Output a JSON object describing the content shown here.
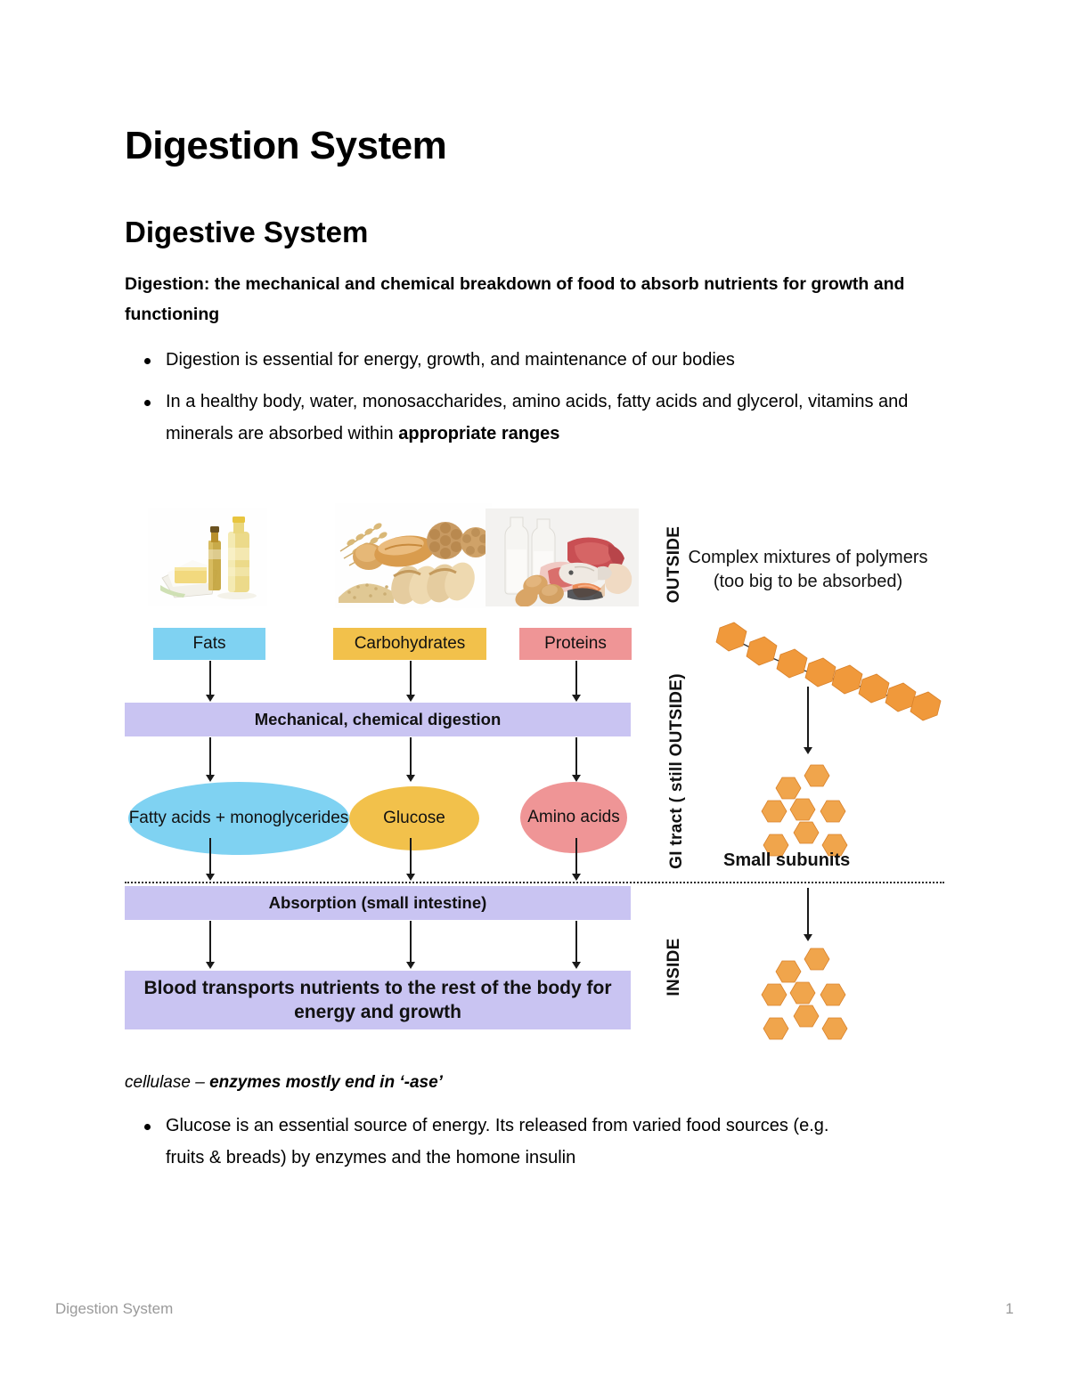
{
  "document": {
    "title": "Digestion System",
    "section_heading": "Digestive System",
    "lead_paragraph": "Digestion: the mechanical and chemical breakdown of food to absorb nutrients for growth and functioning",
    "bullets": [
      {
        "text_plain": "Digestion is essential for energy, growth, and maintenance of our bodies",
        "text_before_bold": "Digestion is essential for energy, growth, and maintenance of our bodies",
        "bold_tail": ""
      },
      {
        "text_plain": "In a healthy body, water, monosaccharides, amino acids, fatty acids and glycerol, vitamins and minerals are absorbed within appropriate ranges",
        "text_before_bold": "In a healthy body, water, monosaccharides, amino acids, fatty acids and glycerol, vitamins and minerals are absorbed within ",
        "bold_tail": "appropriate ranges"
      }
    ],
    "enzyme_note": {
      "italic_part": "cellulase – ",
      "italic_bold_part": "enzymes mostly end in ‘-ase’"
    },
    "bullets_after": [
      {
        "line1": "Glucose is an essential source of energy. Its released from varied food sources (e.g.",
        "line2": "fruits & breads) by enzymes and the homone insulin"
      }
    ],
    "footer": {
      "left": "Digestion System",
      "page_number": "1"
    }
  },
  "diagram": {
    "photos": [
      {
        "name": "fats-photo",
        "alt": "butter and cooking oil bottles"
      },
      {
        "name": "carbohydrates-photo",
        "alt": "breads, rolls and grains"
      },
      {
        "name": "proteins-photo",
        "alt": "milk, meat, fish and eggs"
      }
    ],
    "nutrient_chips": [
      {
        "label": "Fats",
        "color": "#7fd2f2"
      },
      {
        "label": "Carbohydrates",
        "color": "#f2c14b"
      },
      {
        "label": "Proteins",
        "color": "#ef9596"
      }
    ],
    "process_bars": [
      {
        "label": "Mechanical, chemical digestion",
        "color": "#c9c4f2"
      },
      {
        "label": "Absorption (small intestine)",
        "color": "#c9c4f2"
      },
      {
        "label": "Blood transports nutrients to the rest of the body for energy and growth",
        "color": "#c9c4f2"
      }
    ],
    "products": [
      {
        "label": "Fatty acids + monoglycerides",
        "color": "#7fd2f2"
      },
      {
        "label": "Glucose",
        "color": "#f2c14b"
      },
      {
        "label": "Amino acids",
        "color": "#ef9596"
      }
    ],
    "zone_labels": [
      {
        "label": "OUTSIDE"
      },
      {
        "label": "GI tract ( still OUTSIDE)"
      },
      {
        "label": "INSIDE"
      }
    ],
    "side_annotations": {
      "polymer_caption_line1": "Complex mixtures of polymers",
      "polymer_caption_line2": "(too big to be absorbed)",
      "small_subunits_label": "Small subunits"
    },
    "colors": {
      "fats": "#7fd2f2",
      "carbohydrates": "#f2c14b",
      "proteins": "#ef9596",
      "process": "#c9c4f2",
      "hexagon": "#ef9a3d",
      "arrow": "#1a1a1a"
    }
  }
}
